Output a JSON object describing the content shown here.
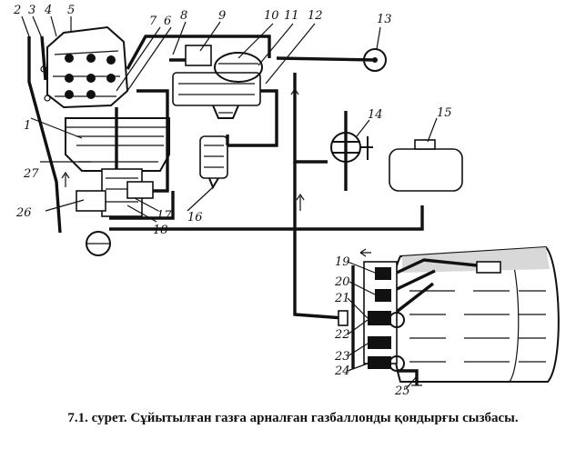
{
  "figure": {
    "caption": "7.1. сурет. Сұйытылған газға арналған газбаллонды қондырғы сызбасы.",
    "labels": [
      "1",
      "2",
      "3",
      "4",
      "5",
      "6",
      "7",
      "8",
      "9",
      "10",
      "11",
      "12",
      "13",
      "14",
      "15",
      "16",
      "17",
      "18",
      "19",
      "20",
      "21",
      "22",
      "23",
      "24",
      "25",
      "26",
      "27"
    ]
  }
}
